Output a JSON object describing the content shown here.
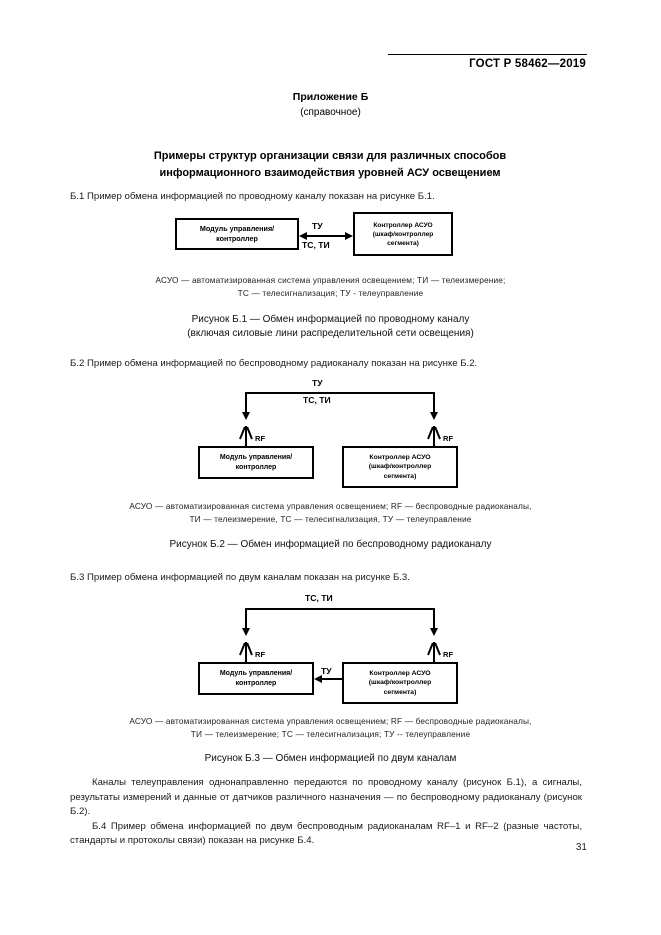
{
  "header": {
    "standard_id": "ГОСТ Р 58462—2019"
  },
  "appendix": {
    "label": "Приложение Б",
    "kind": "(справочное)",
    "heading_line1": "Примеры структур организации связи для различных способов",
    "heading_line2": "информационного взаимодействия уровней АСУ освещением"
  },
  "sections": {
    "b1_intro": "Б.1  Пример обмена информацией по проводному каналу показан на рисунке Б.1.",
    "b2_intro": "Б.2  Пример обмена информацией по беспроводному радиоканалу показан на рисунке Б.2.",
    "b3_intro": "Б.3  Пример обмена информацией по двум каналам показан на рисунке Б.3."
  },
  "figure_b1": {
    "left_node_line1": "Модуль управления/",
    "left_node_line2": "контроллер",
    "right_node_line1": "Контроллер АСУО",
    "right_node_line2": "(шкаф/контроллер",
    "right_node_line3": "сегмента)",
    "edge_top": "ТУ",
    "edge_bottom": "ТС, ТИ",
    "note_line1": "АСУО — автоматизированная система управления освещением; ТИ —  телеизмерение;",
    "note_line2": "ТС —  телесигнализация; ТУ -  телеуправление",
    "caption_line1": "Рисунок Б.1 — Обмен информацией по проводному каналу",
    "caption_line2": "(включая силовые лини распределительной сети освещения)"
  },
  "figure_b2": {
    "left_node_line1": "Модуль управления/",
    "left_node_line2": "контроллер",
    "right_node_line1": "Контроллер АСУО",
    "right_node_line2": "(шкаф/контроллер",
    "right_node_line3": "сегмента)",
    "bus_label_top": "ТУ",
    "bus_label_bottom": "ТС, ТИ",
    "rf_left": "RF",
    "rf_right": "RF",
    "note_line1": "АСУО — автоматизированная система управления освещением; RF —  беспроводные радиоканалы,",
    "note_line2": "ТИ — телеизмерение, ТС —  телесигнализация, ТУ —  телеуправление",
    "caption_line1": "Рисунок Б.2 — Обмен информацией по беспроводному радиоканалу"
  },
  "figure_b3": {
    "left_node_line1": "Модуль управления/",
    "left_node_line2": "контроллер",
    "right_node_line1": "Контроллер АСУО",
    "right_node_line2": "(шкаф/контроллер",
    "right_node_line3": "сегмента)",
    "bus_label": "ТС, ТИ",
    "inner_edge_label": "ТУ",
    "rf_left": "RF",
    "rf_right": "RF",
    "note_line1": "АСУО — автоматизированная система управления освещением; RF —  беспроводные радиоканалы,",
    "note_line2": "ТИ —  телеизмерение; ТС —  телесигнализация; ТУ --  телеуправление",
    "caption_line1": "Рисунок Б.3 — Обмен информацией по двум каналам"
  },
  "closing": {
    "paragraph1": "Каналы телеуправления однонаправленно передаются по проводному каналу (рисунок Б.1), а сигналы, результаты измерений и данные от датчиков различного назначения — по беспроводному радиоканалу (рисунок Б.2).",
    "paragraph2": "Б.4 Пример обмена информацией по двум беспроводным радиоканалам RF–1 и RF–2 (разные частоты, стандарты и протоколы связи) показан на рисунке Б.4."
  },
  "footer": {
    "page_number": "31"
  }
}
